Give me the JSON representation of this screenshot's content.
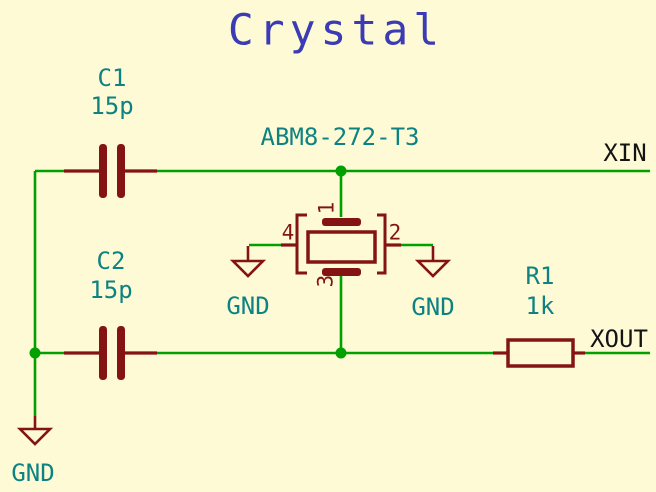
{
  "title": "Crystal",
  "colors": {
    "background": "#FDFAD5",
    "wire_green": "#00A000",
    "symbol_maroon": "#841414",
    "field_teal": "#0D8282",
    "net_label_black": "#141414",
    "title_blue": "#3B3BB5"
  },
  "components": {
    "c1": {
      "ref": "C1",
      "value": "15p"
    },
    "c2": {
      "ref": "C2",
      "value": "15p"
    },
    "crystal": {
      "value": "ABM8-272-T3",
      "pins": {
        "p1": "1",
        "p2": "2",
        "p3": "3",
        "p4": "4"
      }
    },
    "r1": {
      "ref": "R1",
      "value": "1k"
    }
  },
  "net_labels": {
    "xin": "XIN",
    "xout": "XOUT"
  },
  "power": {
    "gnd": "GND"
  }
}
